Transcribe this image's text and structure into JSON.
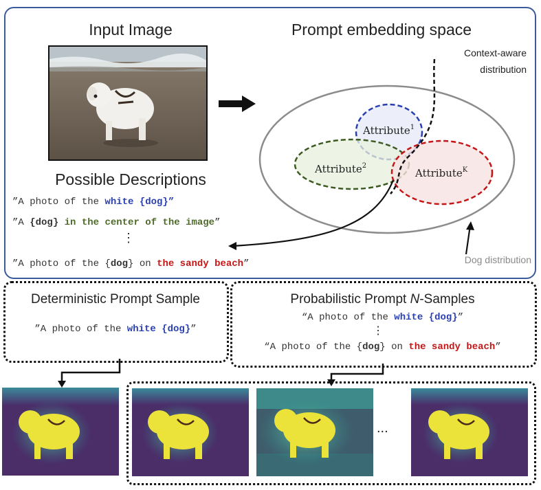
{
  "top": {
    "input_title": "Input Image",
    "embed_title": "Prompt embedding space",
    "context_label_1": "Context-aware",
    "context_label_2": "distribution",
    "dog_dist_label": "Dog distribution",
    "attr1": "Attribute",
    "attr1_sup": "1",
    "attr2": "Attribute",
    "attr2_sup": "2",
    "attrK": "Attribute",
    "attrK_sup": "K",
    "possible_title": "Possible Descriptions",
    "desc1": {
      "pre": "”A photo of the ",
      "hl": "white {dog}",
      "post": "”"
    },
    "desc2": {
      "pre": "”A ",
      "hl1": "{dog}",
      "hl2": " in the center of the image",
      "post": "”"
    },
    "dots": "⋮",
    "desc3": {
      "pre": "”A photo of the {",
      "hl1": "dog",
      "mid": "} on ",
      "hl2": "the sandy beach",
      "post": "”"
    }
  },
  "det": {
    "title": "Deterministic Prompt Sample",
    "prompt": {
      "pre": "”A photo of the ",
      "hl": "white {dog}",
      "post": "”"
    }
  },
  "prob": {
    "title_pre": "Probabilistic Prompt ",
    "title_n": "N",
    "title_post": "-Samples",
    "prompt1": {
      "pre": "“A photo of the ",
      "hl": "white {dog}",
      "post": "”"
    },
    "dots": "⋮",
    "prompt2": {
      "pre": "“A photo of the {",
      "hl1": "dog",
      "mid": "} on ",
      "hl2": "the sandy beach",
      "post": "”"
    }
  },
  "results": {
    "ellipsis": "..."
  },
  "colors": {
    "blue": "#2a3fb0",
    "green": "#4f6b2a",
    "red": "#c41616",
    "frame": "#3a5a99"
  }
}
